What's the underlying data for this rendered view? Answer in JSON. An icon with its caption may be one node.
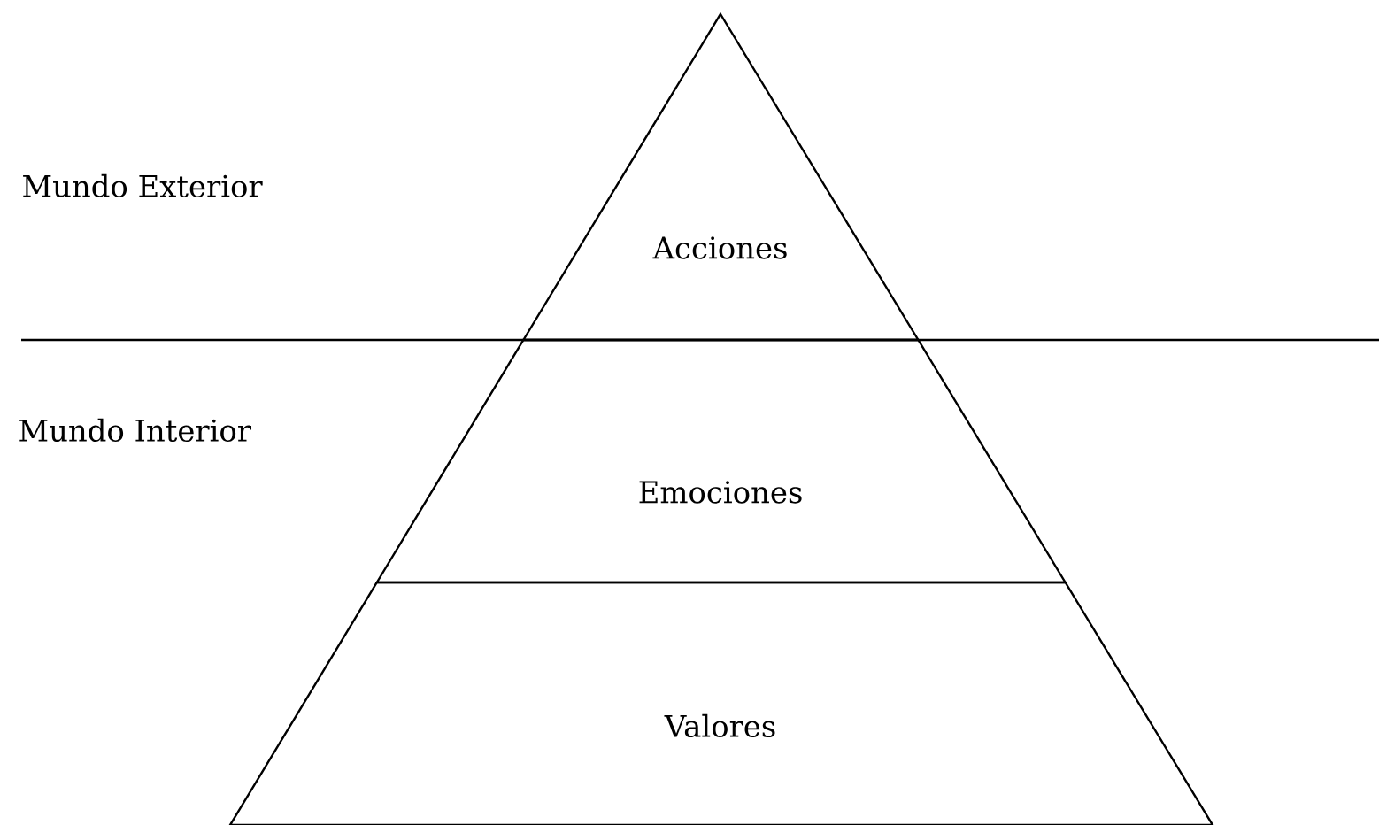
{
  "diagram": {
    "nodes": [
      {
        "text": [
          "Acciones"
        ]
      },
      {
        "text": [
          "Emociones"
        ]
      },
      {
        "text": [
          "Valores"
        ]
      }
    ],
    "labels": [
      "Mundo Exterior",
      "Mundo Interior"
    ]
  }
}
